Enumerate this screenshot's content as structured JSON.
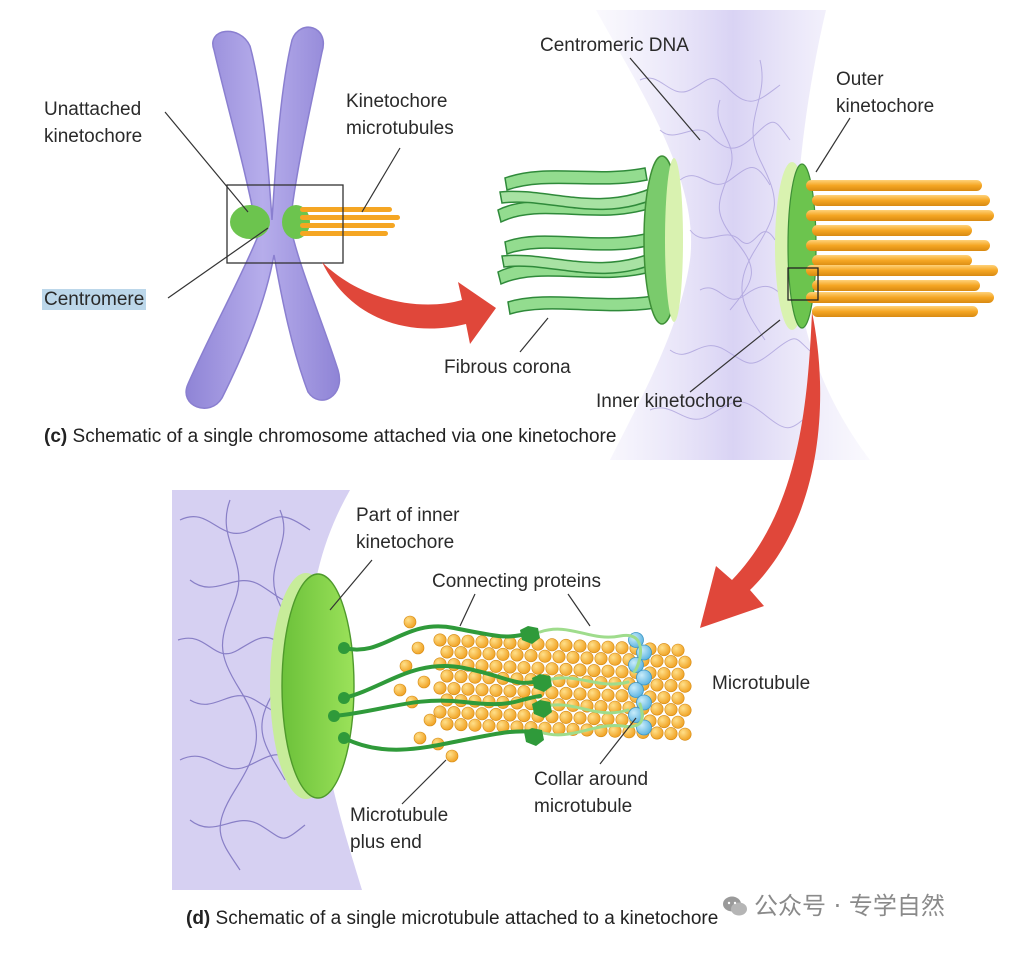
{
  "labels": {
    "unattached_kinetochore": "Unattached\nkinetochore",
    "kinetochore_microtubules": "Kinetochore\nmicrotubules",
    "centromere": "Centromere",
    "centromeric_dna": "Centromeric DNA",
    "outer_kinetochore": "Outer\nkinetochore",
    "fibrous_corona": "Fibrous corona",
    "inner_kinetochore": "Inner kinetochore",
    "part_of_inner_kinetochore": "Part of inner\nkinetochore",
    "connecting_proteins": "Connecting proteins",
    "microtubule": "Microtubule",
    "collar_around_microtubule": "Collar around\nmicrotubule",
    "microtubule_plus_end": "Microtubule\nplus end"
  },
  "captions": {
    "c_tag": "(c)",
    "c_text": "Schematic of a single chromosome attached via one kinetochore",
    "d_tag": "(d)",
    "d_text": "Schematic of a single microtubule attached to a kinetochore"
  },
  "watermark": "公众号 · 专学自然",
  "colors": {
    "chromosome": "#9b8fdc",
    "kinetochore_green": "#7ccf5a",
    "corona_green": "#8ed88f",
    "microtubule_orange": "#f4a72c",
    "arrow_red": "#e0473a",
    "collar_blue": "#79c4e8",
    "highlight": "#bcd7ea"
  }
}
